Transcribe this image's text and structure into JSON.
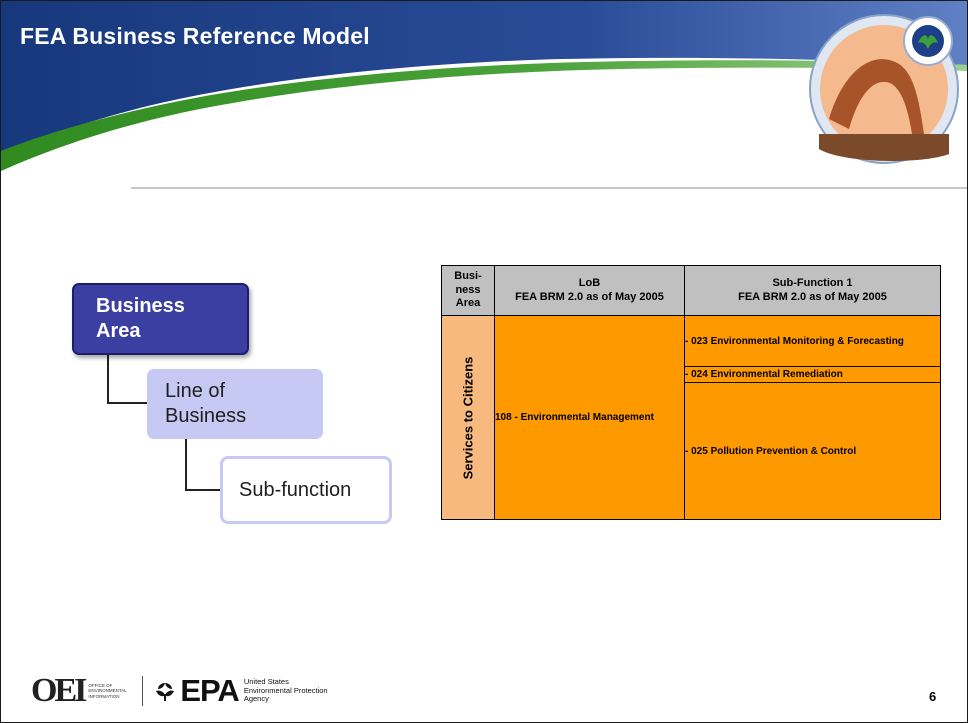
{
  "slide": {
    "title": "FEA Business Reference Model",
    "page_number": "6"
  },
  "hierarchy": {
    "business_area": [
      "Business",
      "Area"
    ],
    "line_of_business": [
      "Line of",
      "Business"
    ],
    "sub_function": "Sub-function"
  },
  "table": {
    "headers": {
      "business_area": [
        "Busi-",
        "ness",
        "Area"
      ],
      "lob": [
        "LoB",
        "FEA BRM 2.0 as of May 2005"
      ],
      "sub_function": [
        "Sub-Function 1",
        "FEA BRM 2.0 as of May 2005"
      ]
    },
    "business_area_value": "Services to Citizens",
    "lob_value": "108 - Environmental Management",
    "sub_functions": [
      "- 023 Environmental Monitoring & Forecasting",
      "- 024 Environmental Remediation",
      "- 025 Pollution Prevention & Control"
    ]
  },
  "footer": {
    "oei_mark": "OEI",
    "oei_text": [
      "Office of",
      "Environmental",
      "Information"
    ],
    "epa_mark": "EPA",
    "epa_text": [
      "United States",
      "Environmental Protection",
      "Agency"
    ]
  },
  "colors": {
    "banner": "#1e3f87",
    "green_swoosh": "#3a8a1e",
    "ba_box": "#3b3fa2",
    "lob_box": "#c6c9f4",
    "table_orange": "#ff9900",
    "table_peach": "#f7b97d",
    "table_header": "#c0c0c0"
  }
}
